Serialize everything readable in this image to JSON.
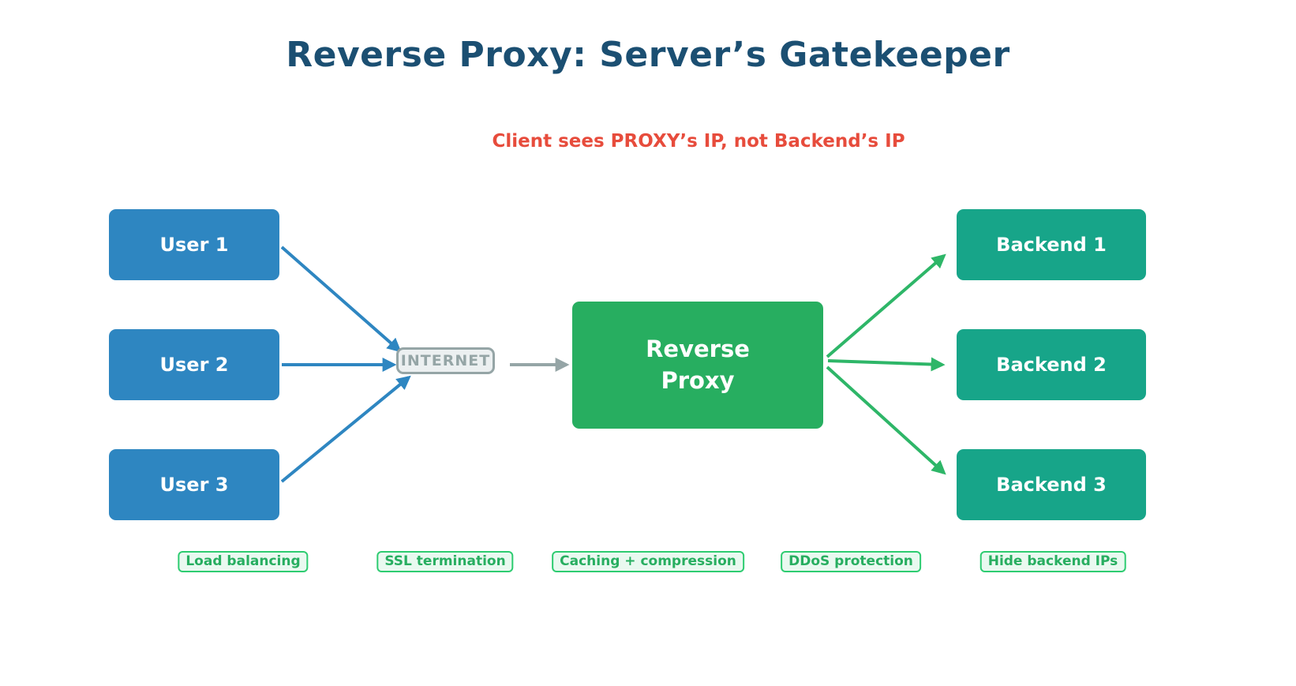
{
  "title": "Reverse Proxy: Server’s Gatekeeper",
  "subtitle": "Client sees PROXY’s IP, not Backend’s IP",
  "nodes": {
    "users": [
      {
        "label": "User 1"
      },
      {
        "label": "User 2"
      },
      {
        "label": "User 3"
      }
    ],
    "internet": {
      "label": "INTERNET"
    },
    "proxy": {
      "line1": "Reverse",
      "line2": "Proxy"
    },
    "backends": [
      {
        "label": "Backend 1"
      },
      {
        "label": "Backend 2"
      },
      {
        "label": "Backend 3"
      }
    ]
  },
  "features": [
    {
      "label": "Load balancing"
    },
    {
      "label": "SSL termination"
    },
    {
      "label": "Caching + compression"
    },
    {
      "label": "DDoS protection"
    },
    {
      "label": "Hide backend IPs"
    }
  ],
  "colors": {
    "title_text": "#1B4F72",
    "subtitle_text": "#E74C3C",
    "user_box": "#2E86C1",
    "proxy_box": "#27AE60",
    "backend_box": "#17A589",
    "internet_border": "#95A5A6",
    "internet_fill": "#ECF0F1",
    "client_edges": "#2E86C1",
    "internet_edge": "#95A5A6",
    "backend_edges": "#2EB668",
    "feature_border": "#2ECC71",
    "feature_text": "#27AE60",
    "feature_fill": "#E9F9F0"
  }
}
